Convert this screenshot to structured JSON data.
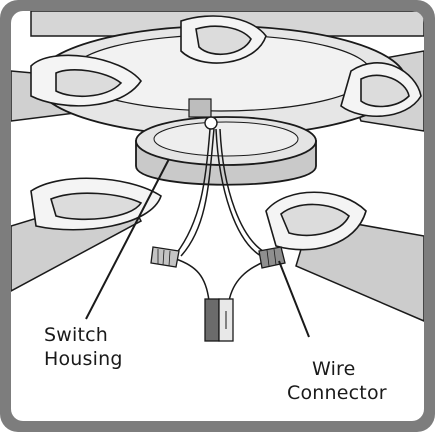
{
  "labels": {
    "switch_housing_line1": "Switch",
    "switch_housing_line2": "Housing",
    "wire_connector_line1": "Wire",
    "wire_connector_line2": "Connector"
  },
  "colors": {
    "frame": "#7d7d7d",
    "blade": "#d4d4d4",
    "metal": "#bcbcbc",
    "line": "#1a1a1a",
    "connector_dark": "#6b6b6b"
  }
}
